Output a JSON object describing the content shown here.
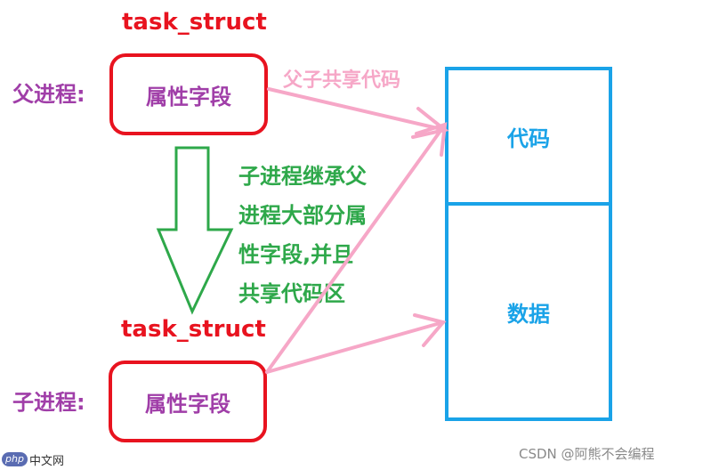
{
  "parent": {
    "struct_label": "task_struct",
    "process_label": "父进程:",
    "box_text": "属性字段"
  },
  "child": {
    "struct_label": "task_struct",
    "process_label": "子进程:",
    "box_text": "属性字段"
  },
  "inherit_text": [
    "子进程继承父",
    "进程大部分属",
    "性字段,并且",
    "共享代码区"
  ],
  "share_label": "父子共享代码",
  "memory": {
    "code": "代码",
    "data": "数据"
  },
  "colors": {
    "struct_red": "#e8131f",
    "process_purple": "#a03ea8",
    "inherit_green": "#2ea84a",
    "share_pink": "#f6a7c7",
    "memory_blue": "#1aa3e8"
  },
  "watermark": "CSDN @阿熊不会编程",
  "logo": {
    "php": "php",
    "cn": "中文网"
  }
}
